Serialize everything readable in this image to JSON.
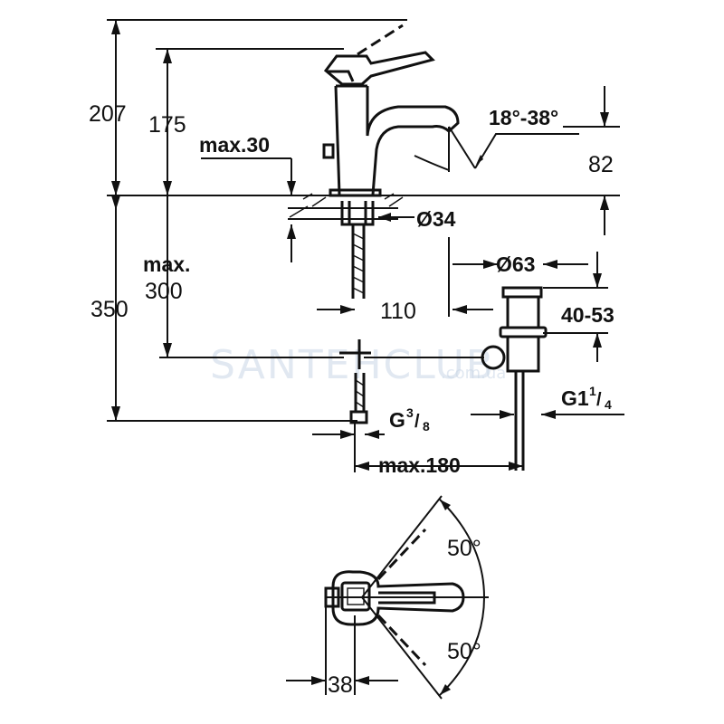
{
  "watermark": {
    "brand": "SANTEHCLUB",
    "domain": ".com.ua"
  },
  "dimensions": {
    "height_total": "207",
    "height_spout": "175",
    "max_deck": "max.30",
    "spout_angle": "18°-38°",
    "spout_height": "82",
    "hole_diameter": "Ø34",
    "below_total": "350",
    "max_label": "max.",
    "max_value": "300",
    "waste_diameter": "Ø63",
    "offset_110": "110",
    "waste_range": "40-53",
    "thread_waste": "G1",
    "thread_waste_sup": "1",
    "thread_waste_sub": "4",
    "thread_supply": "G",
    "thread_supply_sup": "3",
    "thread_supply_sub": "8",
    "max_180": "max.180",
    "angle_top": "50°",
    "angle_bottom": "50°",
    "width_38": "38"
  }
}
